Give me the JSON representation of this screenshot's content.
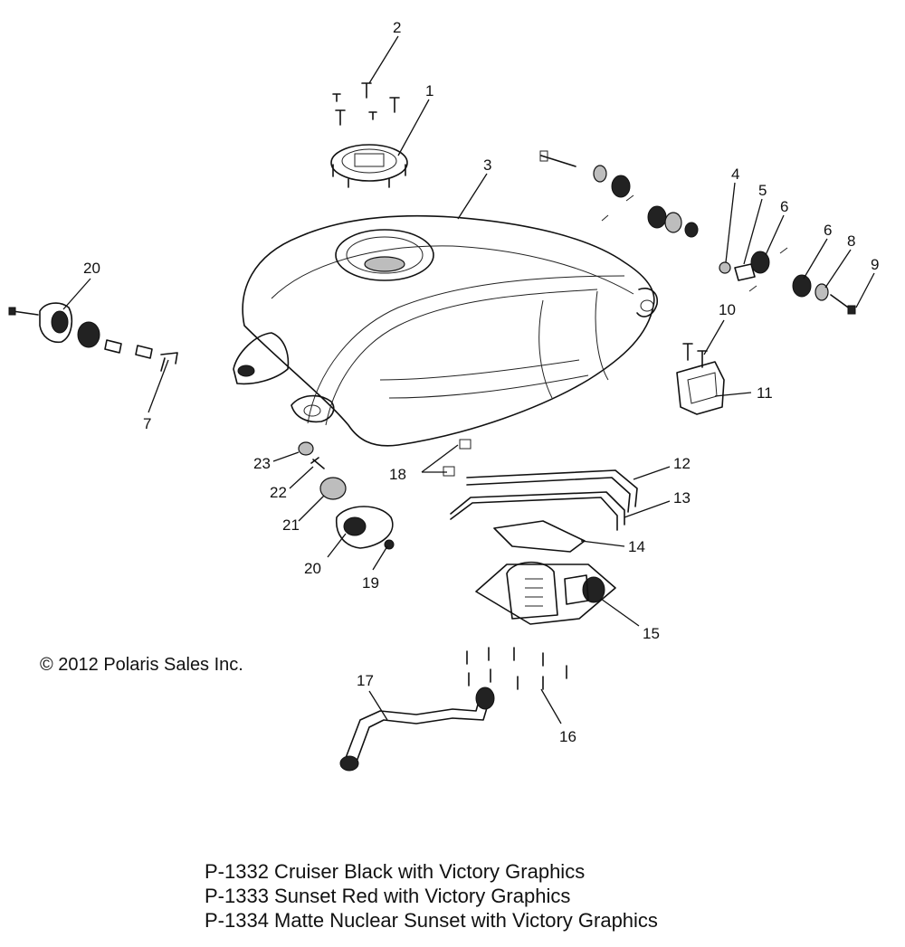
{
  "copyright": "© 2012 Polaris Sales Inc.",
  "callouts": [
    "1",
    "2",
    "3",
    "4",
    "5",
    "6",
    "6",
    "8",
    "9",
    "10",
    "11",
    "12",
    "13",
    "14",
    "15",
    "16",
    "17",
    "18",
    "19",
    "20",
    "20",
    "21",
    "22",
    "23",
    "7"
  ],
  "variants": [
    "P-1332 Cruiser Black with Victory Graphics",
    "P-1333 Sunset Red with Victory Graphics",
    "P-1334 Matte Nuclear Sunset with Victory Graphics"
  ]
}
